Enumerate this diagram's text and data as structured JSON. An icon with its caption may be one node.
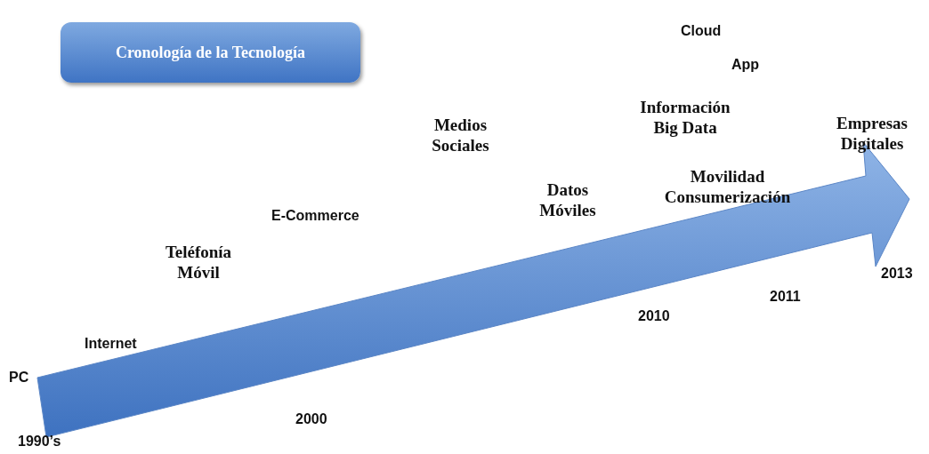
{
  "diagram": {
    "nodes": [
      {
        "text": [
          "Cronología de la Tecnología"
        ]
      }
    ],
    "labels": [
      "Cloud",
      "App",
      "Información Big Data",
      "Medios Sociales",
      "Empresas Digitales",
      "Movilidad Consumerización",
      "Datos Móviles",
      "E-Commerce",
      "Teléfonía Móvil",
      "2013",
      "2011",
      "Internet",
      "2010",
      "PC",
      "2000",
      "1990’s"
    ]
  }
}
